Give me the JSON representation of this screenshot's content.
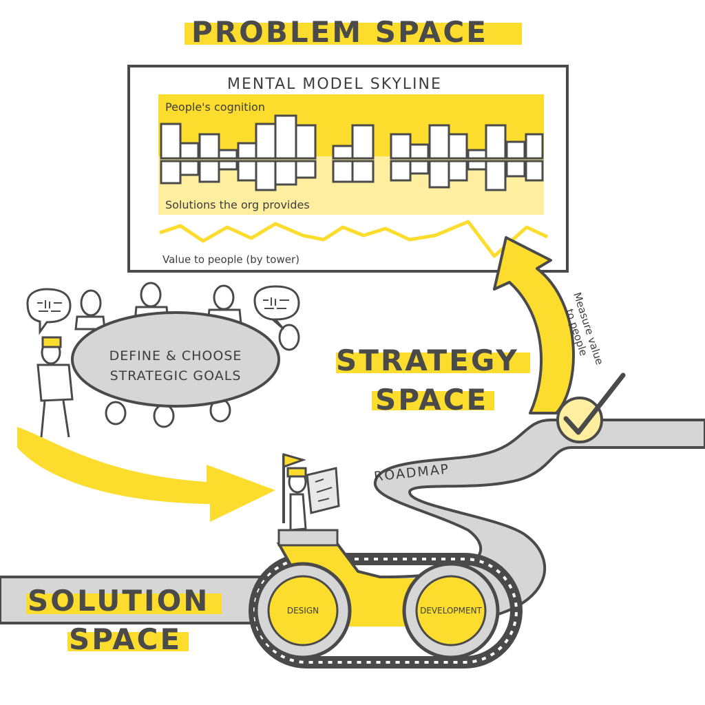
{
  "headings": {
    "problem_space": "PROBLEM SPACE",
    "strategy_space_line1": "STRATEGY",
    "strategy_space_line2": "SPACE",
    "solution_space_line1": "SOLUTION",
    "solution_space_line2": "SPACE"
  },
  "skyline": {
    "title": "MENTAL MODEL SKYLINE",
    "top_label": "People's cognition",
    "bottom_label": "Solutions the org provides",
    "value_label": "Value to people (by tower)"
  },
  "meeting": {
    "table_line1": "DEFINE & CHOOSE",
    "table_line2": "STRATEGIC GOALS"
  },
  "roadmap": {
    "label": "ROADMAP",
    "measure_line1": "Measure value",
    "measure_line2": "to people"
  },
  "vehicle": {
    "wheel_left": "DESIGN",
    "wheel_right": "DEVELOPMENT"
  },
  "colors": {
    "accent_yellow": "#fcdc2c",
    "pale_yellow": "#fdeea0",
    "ink": "#4a4a4a",
    "road_gray": "#d6d6d6"
  },
  "icons": [
    "speech-bubble-icon",
    "flag-icon",
    "checkmark-icon",
    "arrow-icon",
    "map-icon"
  ]
}
